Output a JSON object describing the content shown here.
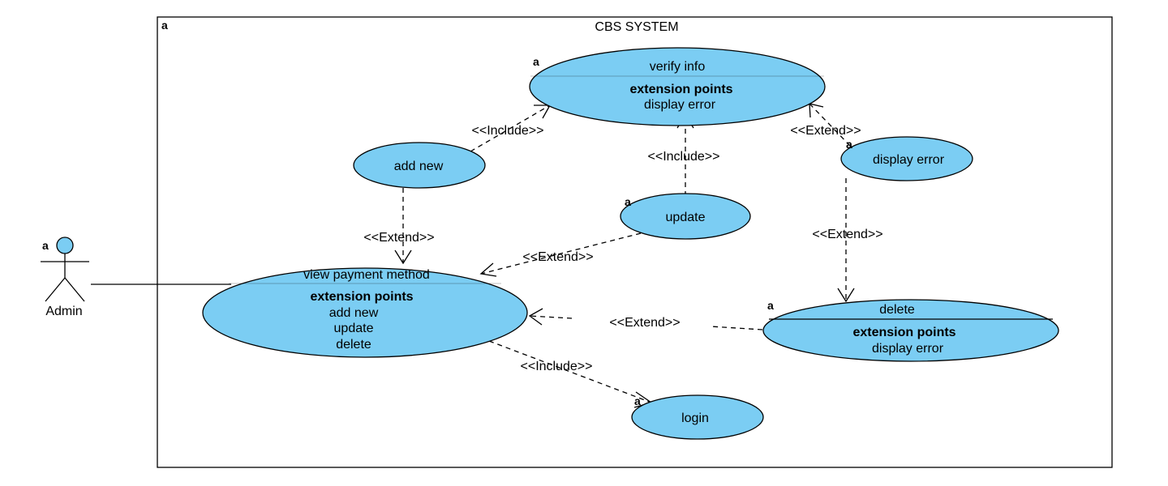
{
  "system": {
    "title": "CBS SYSTEM",
    "marker": "a"
  },
  "actor": {
    "name": "Admin",
    "marker": "a"
  },
  "use_cases": {
    "verify_info": {
      "name": "verify info",
      "ext_header": "extension points",
      "ext_items": [
        "display error"
      ],
      "marker": "a"
    },
    "add_new": {
      "name": "add new"
    },
    "update": {
      "name": "update",
      "marker": "a"
    },
    "display_error": {
      "name": "display error",
      "marker": "a"
    },
    "view_payment": {
      "name": "view payment method",
      "ext_header": "extension points",
      "ext_items": [
        "add new",
        "update",
        "delete"
      ]
    },
    "delete": {
      "name": "delete",
      "ext_header": "extension points",
      "ext_items": [
        "display error"
      ],
      "marker": "a"
    },
    "login": {
      "name": "login",
      "marker": "a"
    }
  },
  "relations": {
    "add_new_verify": "<<Include>>",
    "update_verify": "<<Include>>",
    "display_error_verify": "<<Extend>>",
    "add_new_view": "<<Extend>>",
    "update_view": "<<Extend>>",
    "display_error_delete": "<<Extend>>",
    "delete_view": "<<Extend>>",
    "view_login": "<<Include>>"
  },
  "colors": {
    "use_case_fill": "#7bcdf3",
    "line": "#000000"
  }
}
